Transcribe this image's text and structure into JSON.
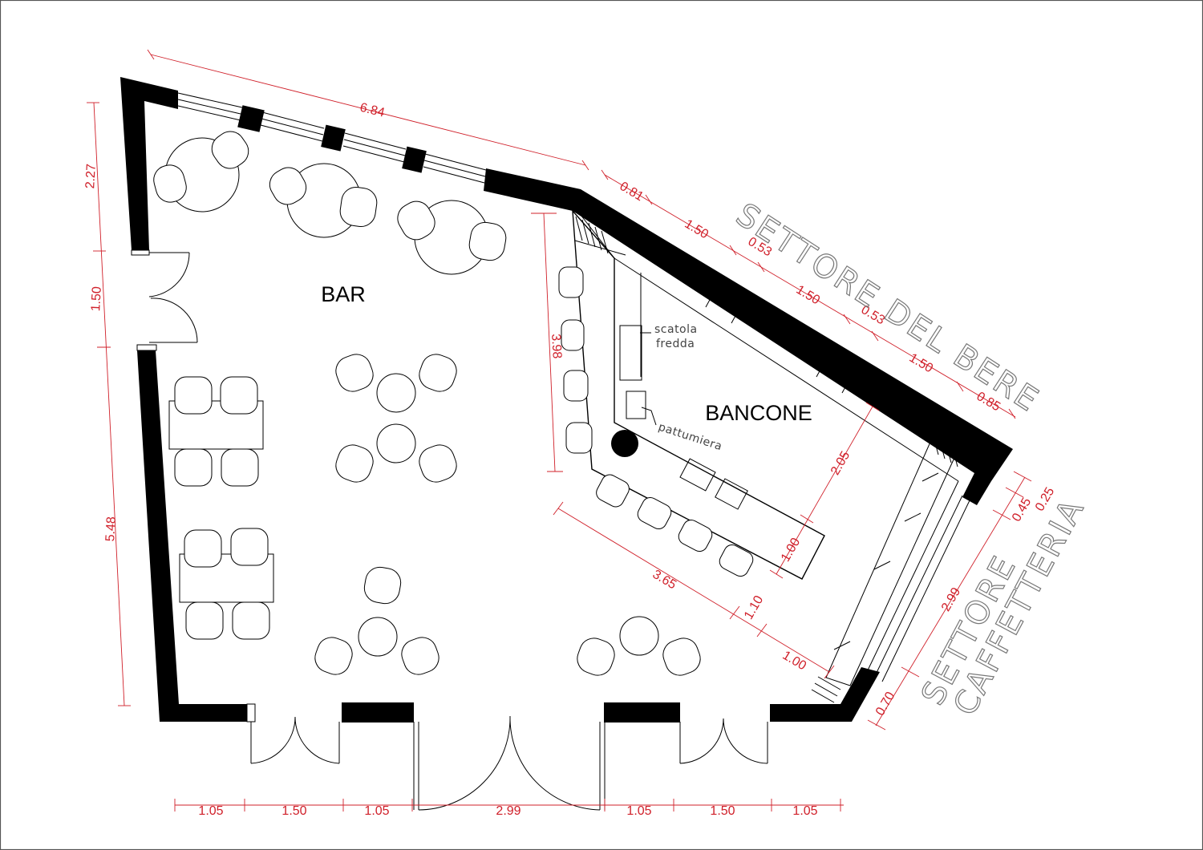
{
  "labels": {
    "bar": "BAR",
    "bancone": "BANCONE",
    "scatola": "scatola",
    "fredda": "fredda",
    "pattumiera": "pattumiera",
    "settore_bere": "SETTORE DEL BERE",
    "settore_caff_1": "SETTORE",
    "settore_caff_2": "CAFFETTERIA"
  },
  "dimensions": {
    "top": "6.84",
    "left_a": "2.27",
    "left_b": "1.50",
    "left_c": "5.48",
    "diag_1": "0.81",
    "diag_2": "1.50",
    "diag_3": "0.53",
    "diag_4": "1.50",
    "diag_5": "0.53",
    "diag_6": "1.50",
    "diag_7": "0.85",
    "right_a": "0.25",
    "right_b": "0.45",
    "right_c": "2.99",
    "right_d": "0.70",
    "counter_h": "3.98",
    "counter_a": "2.05",
    "counter_b": "1.00",
    "counter_c": "3.65",
    "counter_d": "1.10",
    "counter_e": "1.00",
    "bottom": [
      "1.05",
      "1.50",
      "1.05",
      "2.99",
      "1.05",
      "1.50",
      "1.05"
    ]
  },
  "colors": {
    "wall": "#000000",
    "dimension": "#d0202a",
    "sector_text": "#777777"
  }
}
